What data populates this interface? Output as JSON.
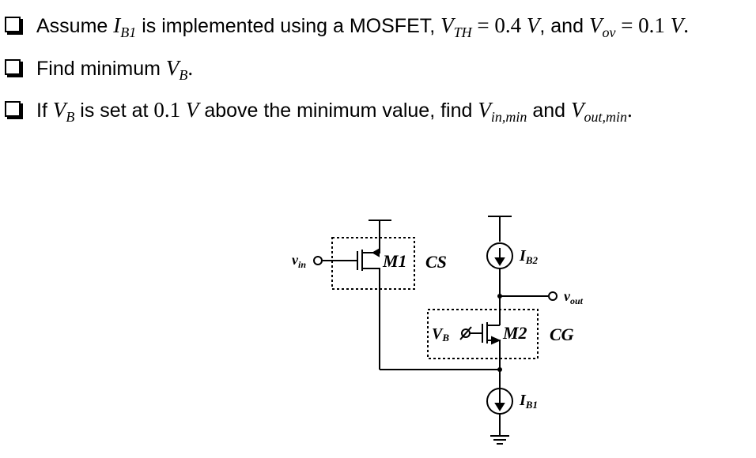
{
  "questions": [
    {
      "t1": "Assume ",
      "v1": "I",
      "s1": "B1",
      "t2": " is implemented using a MOSFET, ",
      "v2": "V",
      "s2": "TH",
      "eq1": " = 0.4 ",
      "u1": "V",
      "t3": ", and ",
      "v3": "V",
      "s3": "ov",
      "eq2": " = 0.1 ",
      "u2": "V",
      "end": "."
    },
    {
      "t1": "Find minimum ",
      "v1": "V",
      "s1": "B",
      "end": "."
    },
    {
      "t1": "If ",
      "v1": "V",
      "s1": "B",
      "t2": " is set at ",
      "num": "0.1 ",
      "u1": "V",
      "t3": " above the minimum value, find ",
      "v2": "V",
      "s2": "in,min",
      "t4": " and ",
      "v3": "V",
      "s3": "out,min",
      "end": "."
    }
  ],
  "circuit": {
    "vin": {
      "main": "v",
      "sub": "in"
    },
    "vout": {
      "main": "v",
      "sub": "out"
    },
    "vb": {
      "main": "V",
      "sub": "B"
    },
    "m1": "M1",
    "m2": "M2",
    "cs": "CS",
    "cg": "CG",
    "ib2": {
      "main": "I",
      "sub": "B2"
    },
    "ib1": {
      "main": "I",
      "sub": "B1"
    }
  }
}
